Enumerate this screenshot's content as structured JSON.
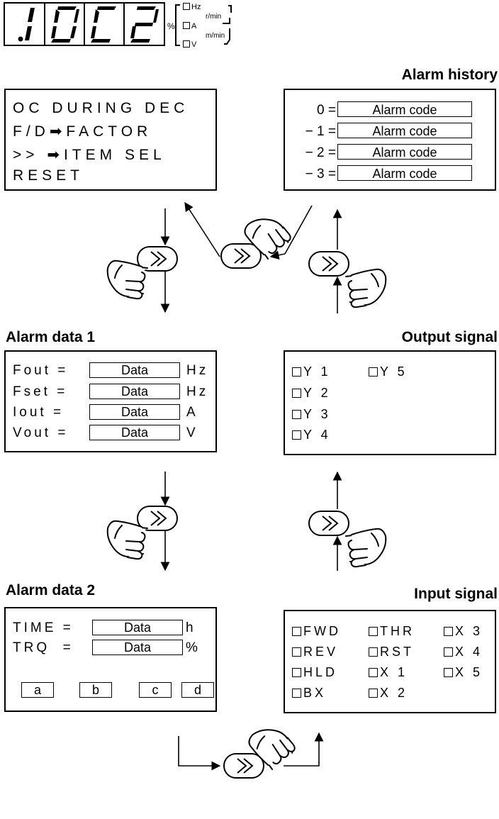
{
  "display": {
    "digits": [
      "1.",
      "0",
      "C",
      "2"
    ],
    "percent_label": "%",
    "units": [
      "Hz",
      "r/min",
      "A",
      "m/min",
      "V"
    ]
  },
  "screen_alarm": {
    "lines": [
      "OC DURING DEC",
      "F/D➡FACTOR",
      ">> ➡ITEM SEL",
      "RESET"
    ]
  },
  "screen_history": {
    "title": "Alarm history",
    "rows": [
      {
        "index": "0 =",
        "value": "Alarm code"
      },
      {
        "index": "− 1 =",
        "value": "Alarm code"
      },
      {
        "index": "− 2 =",
        "value": "Alarm code"
      },
      {
        "index": "− 3 =",
        "value": "Alarm code"
      }
    ]
  },
  "screen_data1": {
    "title": "Alarm data 1",
    "rows": [
      {
        "label": "Fout =",
        "value": "Data",
        "unit": "Hz"
      },
      {
        "label": "Fset =",
        "value": "Data",
        "unit": "Hz"
      },
      {
        "label": "Iout =",
        "value": "Data",
        "unit": "A"
      },
      {
        "label": "Vout =",
        "value": "Data",
        "unit": "V"
      }
    ]
  },
  "screen_output": {
    "title": "Output signal",
    "items": [
      "Y 1",
      "Y 5",
      "Y 2",
      "Y 3",
      "Y 4"
    ]
  },
  "screen_data2": {
    "title": "Alarm data 2",
    "rows": [
      {
        "label": "TIME =",
        "value": "Data",
        "unit": "h"
      },
      {
        "label": "TRQ  =",
        "value": "Data",
        "unit": "%"
      }
    ],
    "keys": [
      "a",
      "b",
      "c",
      "d"
    ]
  },
  "screen_input": {
    "title": "Input signal",
    "items": [
      "FWD",
      "THR",
      "X 3",
      "REV",
      "RST",
      "X 4",
      "HLD",
      "X 1",
      "X 5",
      "BX",
      "X 2"
    ]
  },
  "shift_key_glyph": "≫"
}
